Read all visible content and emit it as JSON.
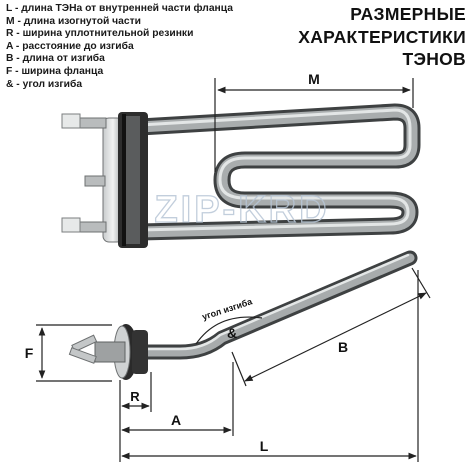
{
  "legend": {
    "items": [
      "L - длина ТЭНа от внутренней части фланца",
      "M - длина изогнутой части",
      "R - ширина уплотнительной резинки",
      "A - расстояние до изгиба",
      "B - длина от изгиба",
      "F - ширина фланца",
      "& - угол изгиба"
    ]
  },
  "title": {
    "lines": [
      "РАЗМЕРНЫЕ",
      "ХАРАКТЕРИСТИКИ",
      "ТЭНОВ"
    ]
  },
  "dimensions": {
    "M": "M",
    "F": "F",
    "R": "R",
    "A": "A",
    "B": "B",
    "L": "L",
    "angle_symbol": "&",
    "angle_caption": "угол изгиба"
  },
  "watermark": "ZIP-KRD",
  "colors": {
    "text": "#111111",
    "dimension_line": "#222222",
    "tube_dark": "#4b4d4e",
    "tube_light": "#c9cccc",
    "rubber": "#2b2b2b",
    "watermark": "#b8c6d6"
  }
}
